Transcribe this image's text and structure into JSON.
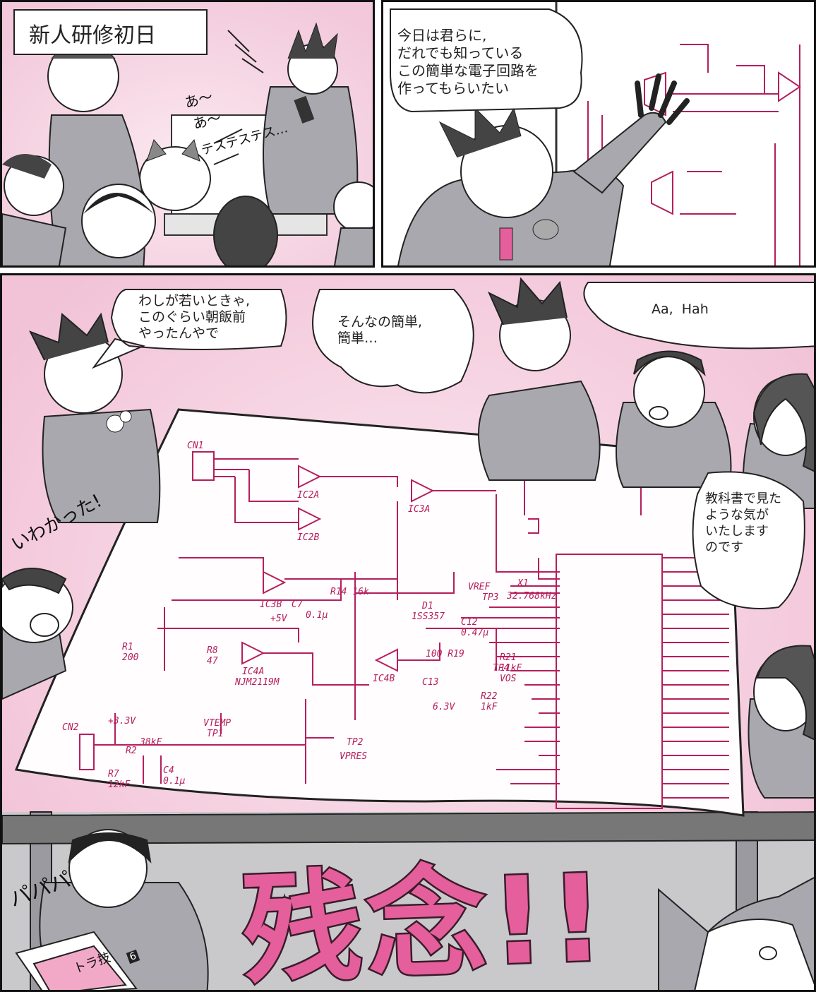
{
  "panel1": {
    "caption": "新人研修初日",
    "sfx_line1": "あ〜",
    "sfx_line2": "あ〜",
    "sfx_line3": "テステステス…"
  },
  "panel2": {
    "speech": "今日は君らに,\nだれでも知っている\nこの簡単な電子回路を\n作ってもらいたい"
  },
  "panel3": {
    "speech_left": "わしが若いときゃ,\nこのぐらい朝飯前\nやったんやで",
    "speech_mid": "そんなの簡単,\n簡単…",
    "speech_right": "Aa,  Hah",
    "speech_textbook": "教科書で見た\nような気が\nいたします\nのです",
    "sfx_wakatta": "いわかった!",
    "sfx_bara": "パパパ",
    "big_sfx": "残念!!",
    "book_title": "トラ技",
    "book_number": "6"
  },
  "schematic": {
    "cn1": "CN1",
    "cn2": "CN2",
    "ic2a": "IC2A",
    "ic2b": "IC2B",
    "ic3a": "IC3A",
    "ic3b": "IC3B",
    "ic4a": "IC4A",
    "ic4b": "IC4B",
    "njm": "NJM2119M",
    "v33": "+3.3V",
    "v5": "+5V",
    "vref": "VREF",
    "tp3": "TP3",
    "vtemp": "VTEMP",
    "tp1": "TP1",
    "tp2": "TP2",
    "vpres": "VPRES",
    "vos": "VOS",
    "tp4": "TP4",
    "d1": "D1",
    "d1part": "1SS357",
    "x1": "X1",
    "x1freq": "32.768kHz",
    "r1": "R1",
    "r1val": "200",
    "r8": "R8",
    "r8val": "47",
    "r2": "R2",
    "r2val": "38kF",
    "r7": "R7",
    "r7val": "12kF",
    "c4": "C4",
    "c4val": "0.1μ",
    "r14": "R14 16k",
    "r21": "R21",
    "r21val": "11kF",
    "r22": "R22",
    "r22val": "1kF",
    "r19": "100 R19",
    "c12": "C12",
    "c12val": "0.47μ",
    "c13": "C13",
    "v63": "6.3V",
    "c7": "C7",
    "c7val": "0.1μ"
  },
  "colors": {
    "ink": "#111111",
    "pink": "#e45f9b",
    "schematic_red": "#b51f5c",
    "suit_gray": "#a8a8ae",
    "bg_pink": "#f6dbe7"
  }
}
